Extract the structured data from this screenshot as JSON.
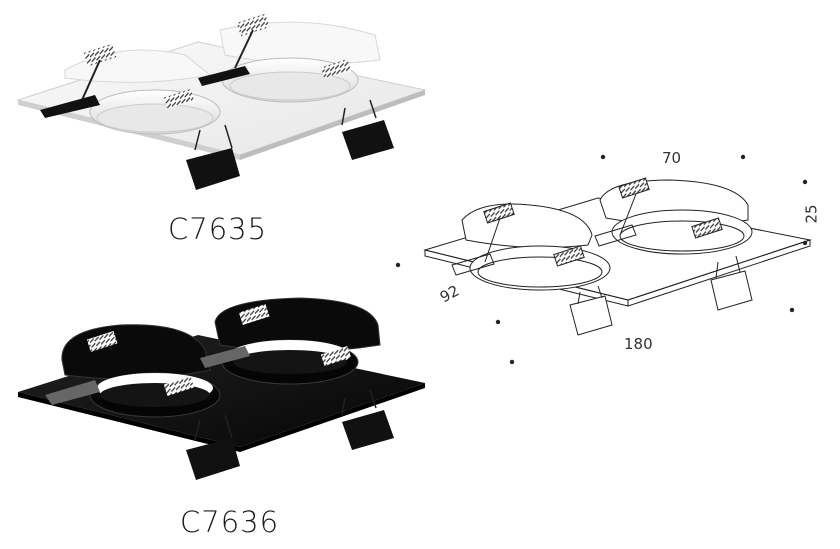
{
  "products": [
    {
      "model": "C7635",
      "finish": "white"
    },
    {
      "model": "C7636",
      "finish": "black"
    }
  ],
  "dimensions": {
    "width": "70",
    "height": "25",
    "depth": "92",
    "length": "180"
  },
  "colors": {
    "white_body": "#f4f4f4",
    "white_shadow": "#cfcfcf",
    "black_body": "#121212",
    "black_edge": "#2a2a2a",
    "line": "#222222",
    "dot": "#222222"
  }
}
